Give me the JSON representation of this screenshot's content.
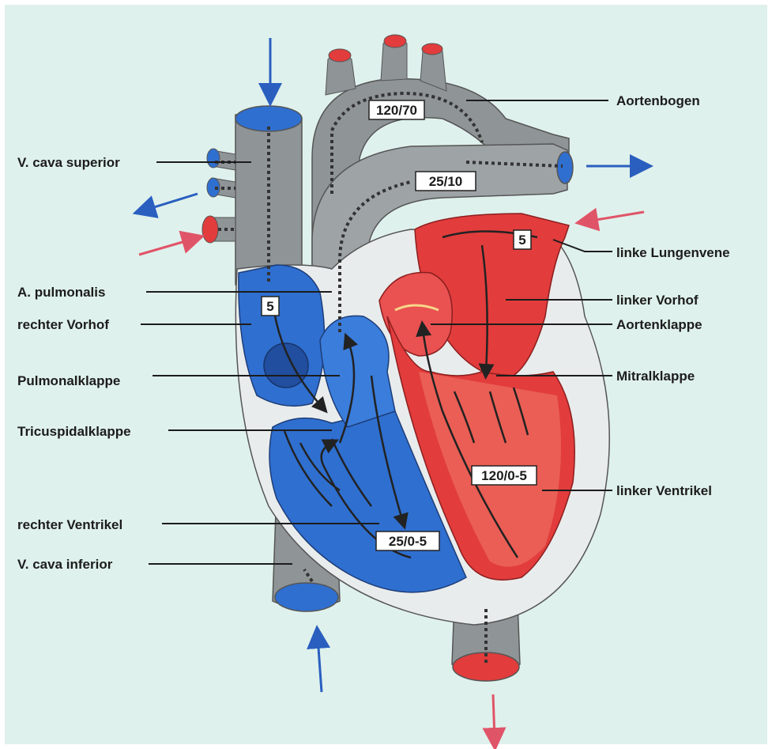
{
  "labels": {
    "aortenbogen": "Aortenbogen",
    "v_cava_superior": "V. cava superior",
    "linke_lungenvene": "linke Lungenvene",
    "a_pulmonalis": "A. pulmonalis",
    "linker_vorhof": "linker Vorhof",
    "rechter_vorhof": "rechter Vorhof",
    "aortenklappe": "Aortenklappe",
    "pulmonalklappe": "Pulmonalklappe",
    "mitralklappe": "Mitralklappe",
    "tricuspidalklappe": "Tricuspidalklappe",
    "linker_ventrikel": "linker Ventrikel",
    "rechter_ventrikel": "rechter Ventrikel",
    "v_cava_inferior": "V. cava inferior"
  },
  "pressures": {
    "aorta": "120/70",
    "pulmonary_artery": "25/10",
    "left_atrium": "5",
    "right_atrium": "5",
    "left_ventricle": "120/0-5",
    "right_ventricle": "25/0-5"
  },
  "colors": {
    "background": "#dff1ec",
    "deoxygenated": "#2f6fd0",
    "oxygenated": "#e23c3c",
    "vessel_grey": "#8f9497",
    "arrow_blue": "#2a5fc0",
    "arrow_red": "#e05468"
  }
}
